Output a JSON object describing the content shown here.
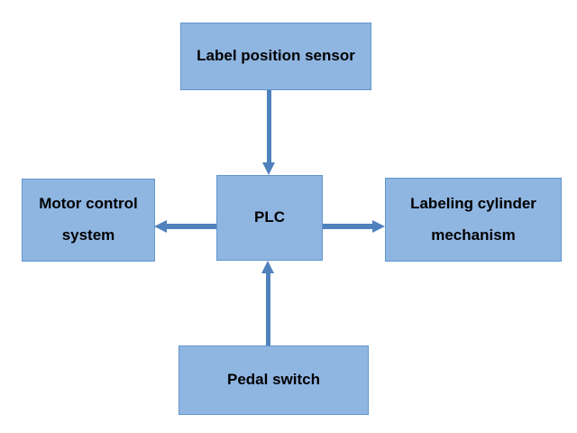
{
  "diagram": {
    "type": "block-diagram",
    "colors": {
      "node_fill": "#8fb5e1",
      "node_border": "#6296ce",
      "arrow": "#4f81bd",
      "text": "#000000",
      "background": "#ffffff"
    },
    "nodes": [
      {
        "id": "label-position-sensor",
        "label": "Label position sensor"
      },
      {
        "id": "motor-control-system",
        "label": "Motor control system"
      },
      {
        "id": "plc",
        "label": "PLC"
      },
      {
        "id": "labeling-cylinder-mechanism",
        "label": "Labeling cylinder mechanism"
      },
      {
        "id": "pedal-switch",
        "label": "Pedal switch"
      }
    ],
    "connections": [
      {
        "from": "label-position-sensor",
        "to": "plc",
        "direction": "down"
      },
      {
        "from": "plc",
        "to": "motor-control-system",
        "direction": "left"
      },
      {
        "from": "plc",
        "to": "labeling-cylinder-mechanism",
        "direction": "right"
      },
      {
        "from": "pedal-switch",
        "to": "plc",
        "direction": "up"
      }
    ]
  }
}
